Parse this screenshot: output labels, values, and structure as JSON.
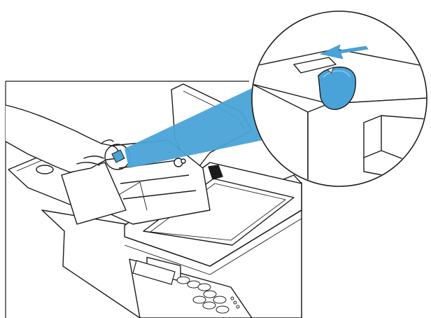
{
  "illustration": {
    "colors": {
      "line": "#1a1a1a",
      "fill": "#ffffff",
      "accent": "#4aa3d8",
      "accent_light": "#7cc0e8",
      "shade": "#d9d9d9"
    },
    "subjects": [
      "printer-scanner-body",
      "open-document-feeder",
      "hand-pressing-release-lever",
      "zoom-callout-lever",
      "direction-arrow"
    ],
    "arrow_direction": "left"
  }
}
